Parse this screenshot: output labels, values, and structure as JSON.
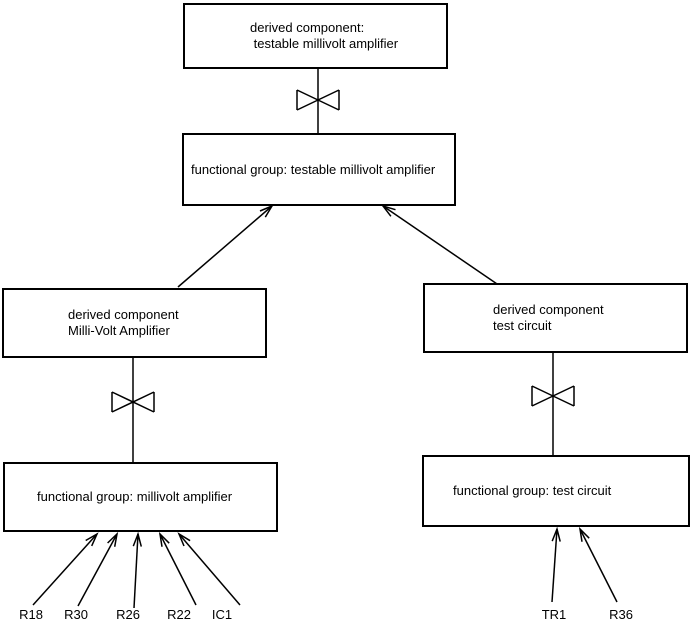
{
  "diagram": {
    "colors": {
      "line": "#000000",
      "background": "#ffffff"
    },
    "icons": {
      "bowtie": "⋈"
    },
    "boxes": {
      "derived_testable": {
        "line1": "derived component:",
        "line2": " testable millivolt amplifier"
      },
      "functional_testable": {
        "label": "functional group: testable millivolt amplifier"
      },
      "derived_millivolt": {
        "line1": "derived component",
        "line2": "Milli-Volt Amplifier"
      },
      "functional_millivolt": {
        "label": "functional group: millivolt amplifier"
      },
      "derived_test": {
        "line1": "derived component",
        "line2": "test circuit"
      },
      "functional_test": {
        "label": "functional group: test circuit"
      }
    },
    "leaves_left": [
      {
        "label": "R18"
      },
      {
        "label": "R30"
      },
      {
        "label": "R26"
      },
      {
        "label": "R22"
      },
      {
        "label": "IC1"
      }
    ],
    "leaves_right": [
      {
        "label": "TR1"
      },
      {
        "label": "R36"
      }
    ]
  }
}
